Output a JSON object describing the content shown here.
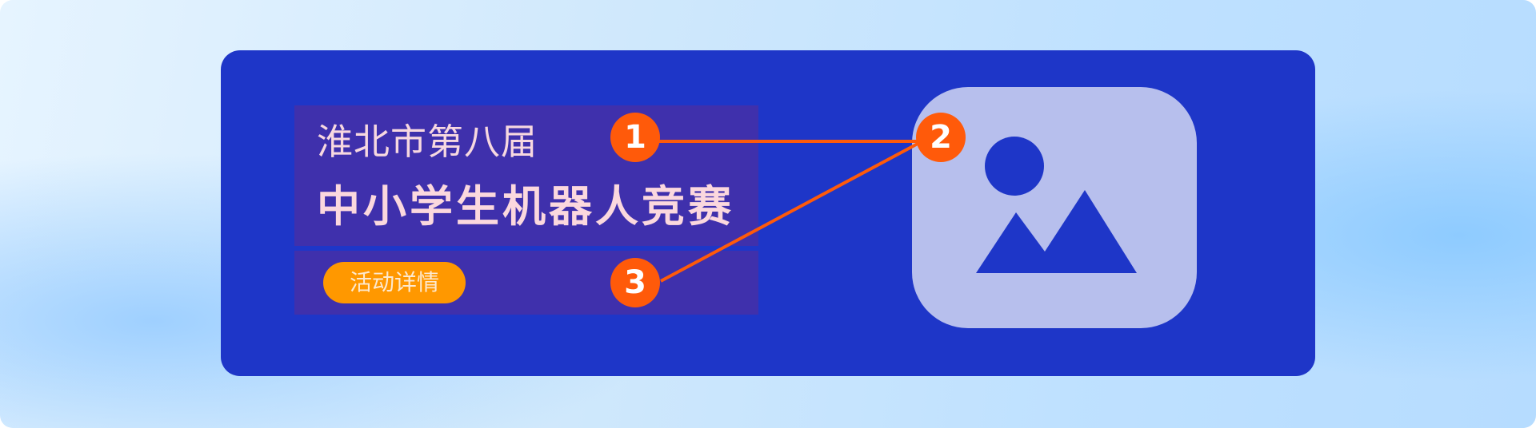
{
  "banner": {
    "subtitle": "淮北市第八届",
    "title": "中小学生机器人竞赛",
    "cta_label": "活动详情"
  },
  "markers": [
    "1",
    "2",
    "3"
  ],
  "icons": {
    "image_placeholder": "image-icon"
  },
  "colors": {
    "banner_bg": "#1e36c8",
    "panel_bg": "#3f30ac",
    "text": "#fbd8de",
    "cta_bg": "#ff9800",
    "marker": "#ff5a0a",
    "connector": "#ff5a0a",
    "image_bg": "#b7bfed"
  }
}
